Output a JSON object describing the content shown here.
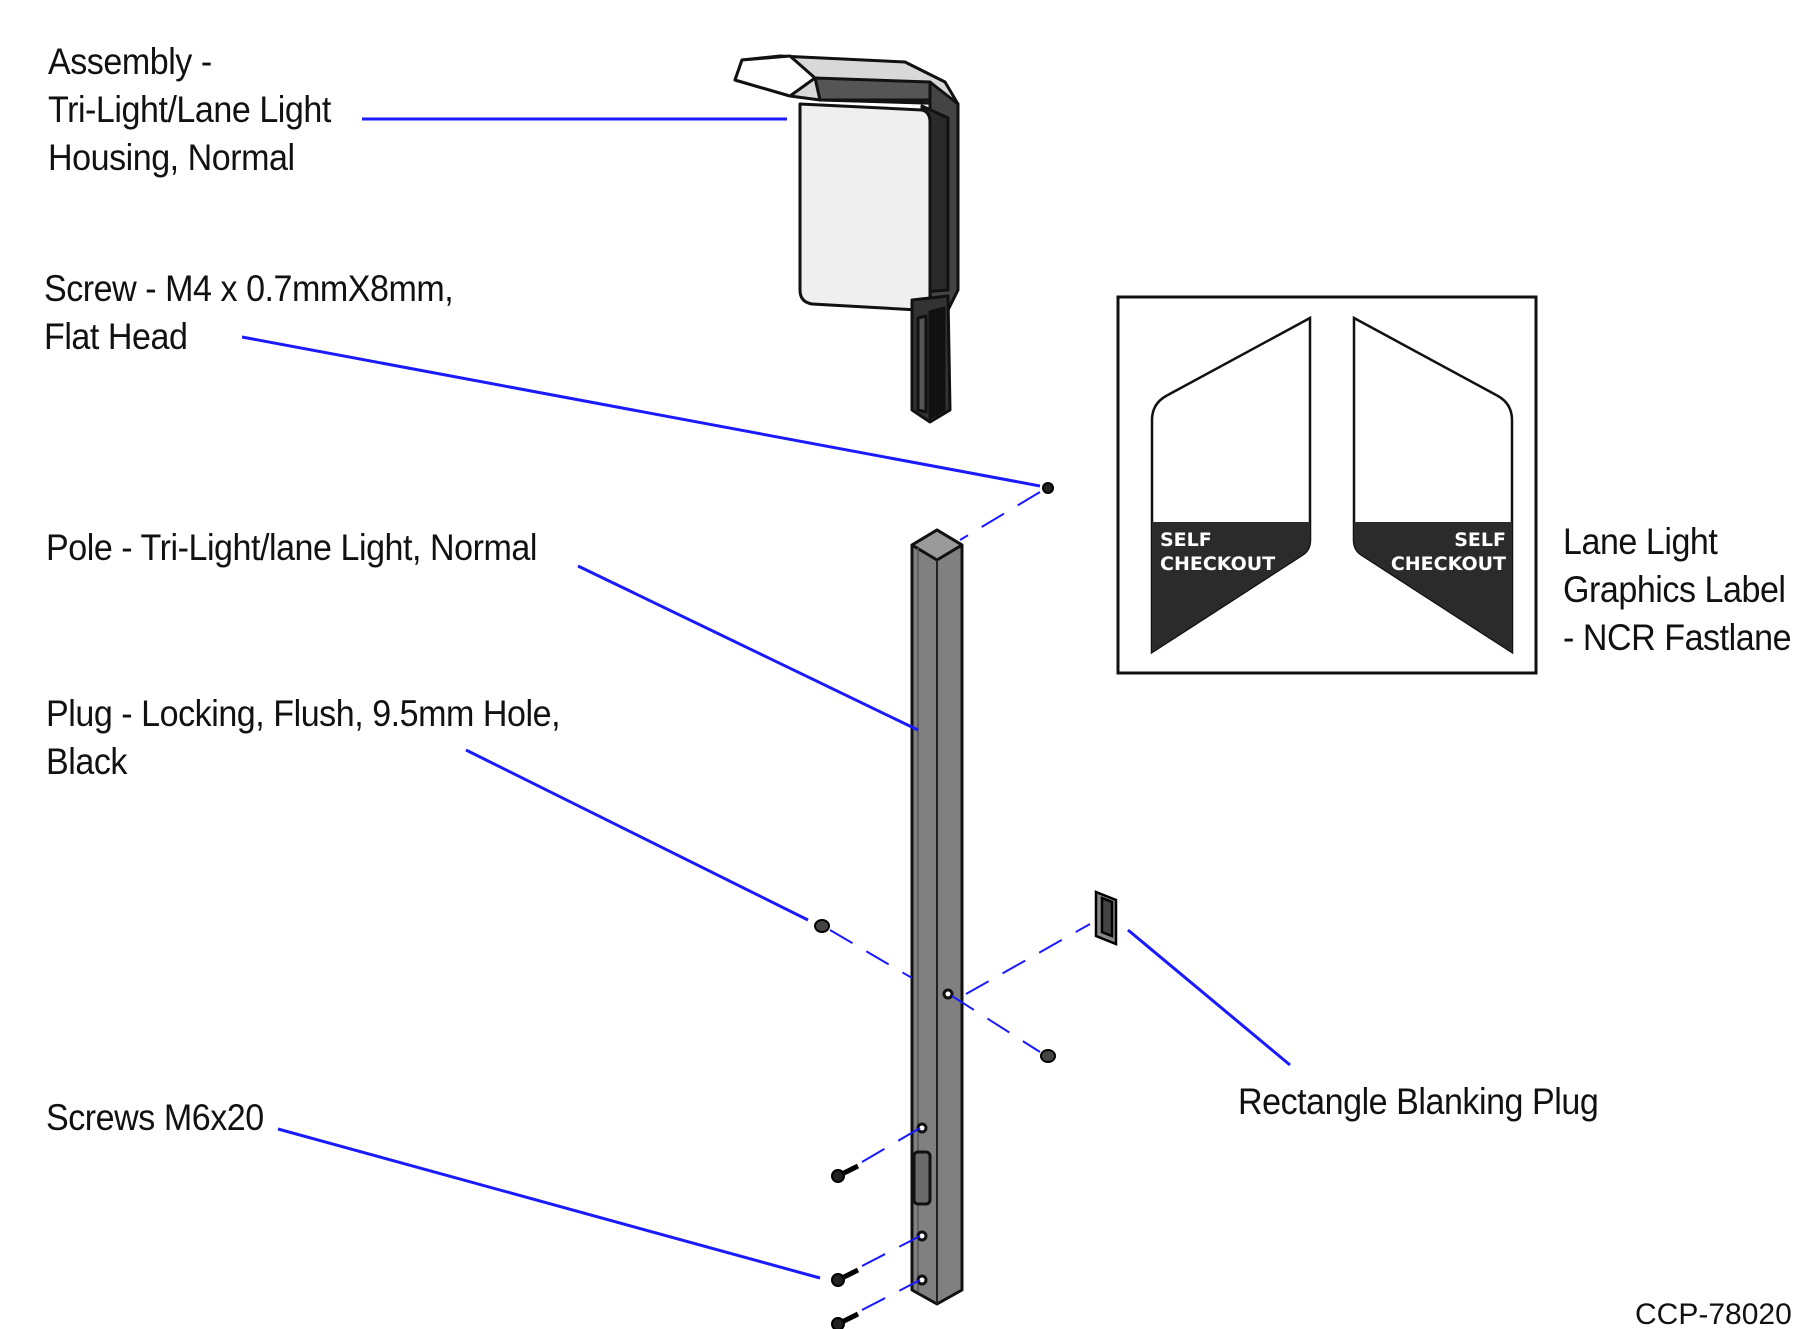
{
  "callouts": {
    "assembly": [
      "Assembly -",
      "Tri-Light/Lane Light",
      "Housing, Normal"
    ],
    "screw_flat": [
      "Screw - M4 x 0.7mmX8mm,",
      "Flat Head"
    ],
    "pole": [
      "Pole - Tri-Light/lane Light, Normal"
    ],
    "plug_locking": [
      "Plug - Locking, Flush, 9.5mm Hole,",
      "Black"
    ],
    "screws_m6": [
      "Screws M6x20"
    ],
    "graphics_label": [
      "Lane Light",
      "Graphics Label",
      "- NCR Fastlane"
    ],
    "blanking_plug": [
      "Rectangle Blanking Plug"
    ]
  },
  "graphics_label_panel": {
    "left_text": [
      "SELF",
      "CHECKOUT"
    ],
    "right_text": [
      "SELF",
      "CHECKOUT"
    ]
  },
  "figure_id": "CCP-78020",
  "colors": {
    "leader_line": "#1a1aff",
    "pole": "#808080",
    "housing_face": "#f0f0f0",
    "label_dark": "#2b2b2b"
  }
}
